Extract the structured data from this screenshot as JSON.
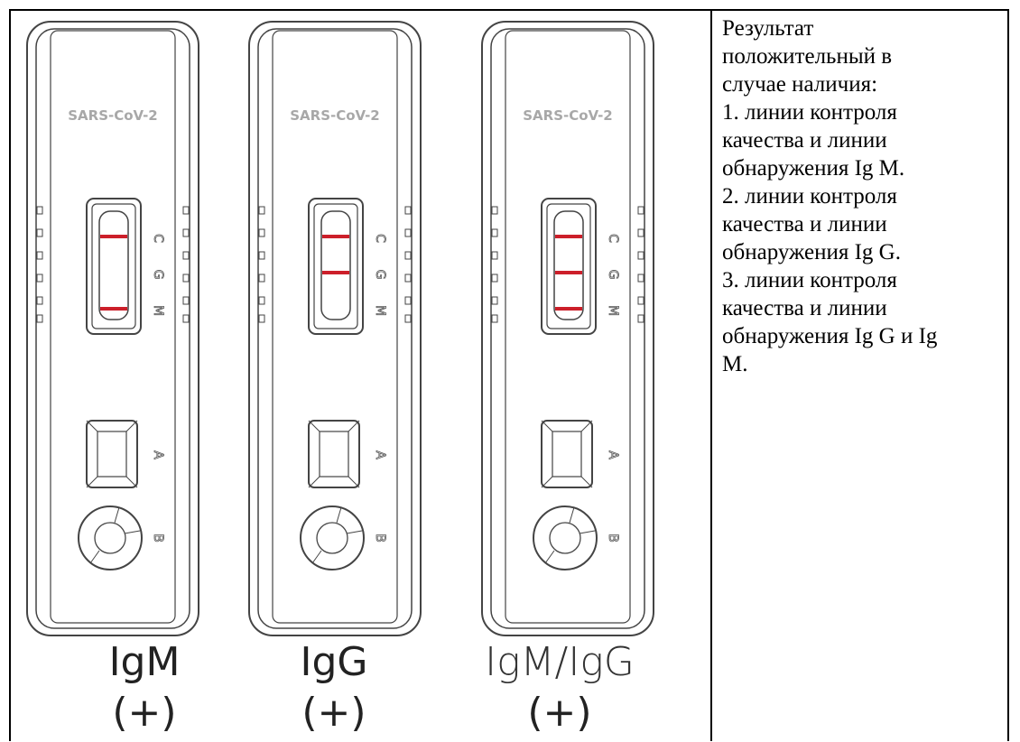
{
  "cassettes": [
    {
      "brand_text": "SARS-CoV-2",
      "window_marks": [
        "C",
        "G",
        "M"
      ],
      "sample_well_marks": [
        "A",
        "B"
      ],
      "visible_lines": [
        "C",
        "M"
      ],
      "label": "IgM",
      "result": "(+)"
    },
    {
      "brand_text": "SARS-CoV-2",
      "window_marks": [
        "C",
        "G",
        "M"
      ],
      "sample_well_marks": [
        "A",
        "B"
      ],
      "visible_lines": [
        "C",
        "G"
      ],
      "label": "IgG",
      "result": "(+)"
    },
    {
      "brand_text": "SARS-CoV-2",
      "window_marks": [
        "C",
        "G",
        "M"
      ],
      "sample_well_marks": [
        "A",
        "B"
      ],
      "visible_lines": [
        "C",
        "G",
        "M"
      ],
      "label": "IgM/IgG",
      "result": "(+)"
    }
  ],
  "line_color": "#cc1f2a",
  "description": [
    "Результат",
    "положительный в",
    "случае наличия:",
    "1. линии контроля",
    "качества и линии",
    "обнаружения Ig M.",
    "2. линии контроля",
    "качества и линии",
    "обнаружения Ig G.",
    "3. линии контроля",
    "качества и линии",
    "обнаружения Ig G и Ig",
    "M."
  ]
}
